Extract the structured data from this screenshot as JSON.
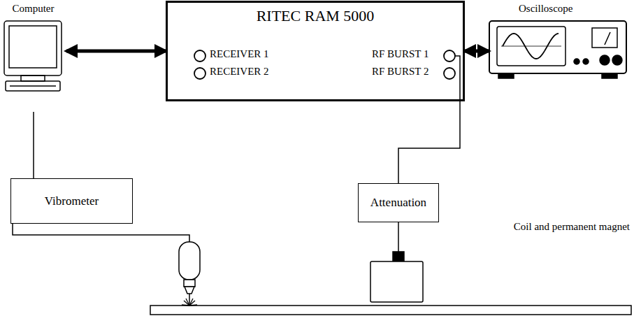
{
  "diagram": {
    "nodes": [
      {
        "text": [
          "Computer"
        ]
      },
      {
        "text": [
          "RITEC RAM 5000",
          "RECEIVER 1",
          "RECEIVER 2",
          "RF BURST 1",
          "RF BURST 2"
        ]
      },
      {
        "text": [
          "Oscilloscope"
        ]
      },
      {
        "text": [
          "Vibrometer"
        ]
      },
      {
        "text": [
          "Attenuation"
        ]
      }
    ],
    "edges": [
      {
        "from": 0,
        "to": 1,
        "arrow": "both"
      },
      {
        "from": 1,
        "to": 2,
        "arrow": "both"
      },
      {
        "from": 0,
        "to": 3,
        "arrow": "none"
      },
      {
        "from": 4,
        "to": 1,
        "arrow": "none"
      }
    ],
    "labels": [
      "Coil and permanent magnet"
    ]
  }
}
